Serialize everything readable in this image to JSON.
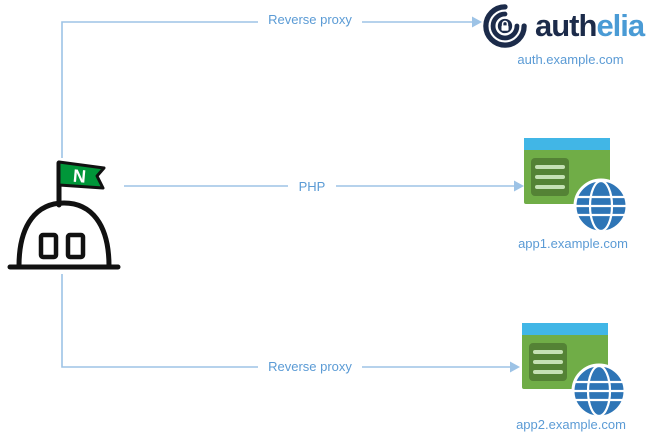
{
  "diagram": {
    "connectors": {
      "top": {
        "label": "Reverse proxy"
      },
      "middle": {
        "label": "PHP"
      },
      "bottom": {
        "label": "Reverse proxy"
      }
    },
    "nodes": {
      "nginx": {
        "flag_letter": "N"
      },
      "authelia": {
        "wordmark_dark": "auth",
        "wordmark_light": "elia",
        "domain": "auth.example.com"
      },
      "app1": {
        "domain": "app1.example.com"
      },
      "app2": {
        "domain": "app2.example.com"
      }
    },
    "colors": {
      "connector": "#9dc3e6",
      "label": "#5b9bd5",
      "domain": "#5b9bd5",
      "auth_dark": "#1c2b4a",
      "auth_light": "#4a9bd5",
      "app_green": "#70ad47",
      "app_green_dark": "#548235",
      "app_line": "#c5e0b4",
      "app_titlebar": "#41b6e6",
      "globe": "#2e75b6",
      "nginx_green": "#009639",
      "ink": "#111111"
    }
  }
}
